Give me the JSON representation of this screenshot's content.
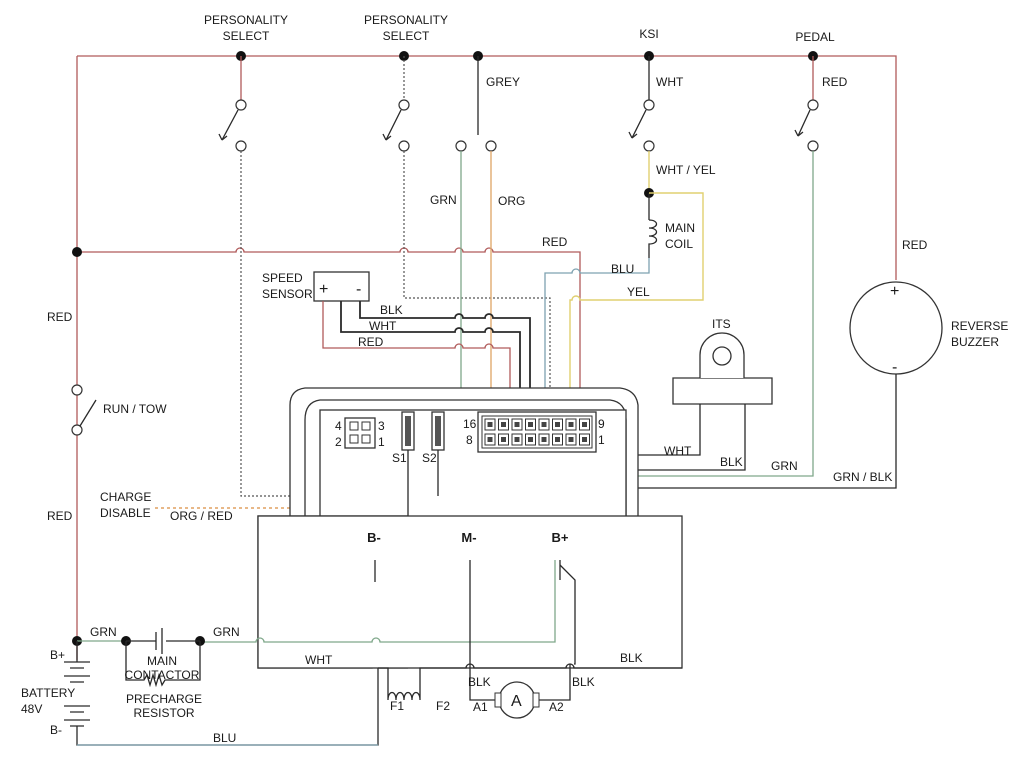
{
  "labels": {
    "personality_select_1": [
      "PERSONALITY",
      "SELECT"
    ],
    "personality_select_2": [
      "PERSONALITY",
      "SELECT"
    ],
    "ksi": "KSI",
    "pedal": "PEDAL",
    "grey": "GREY",
    "wht_ksi": "WHT",
    "red_pedal": "RED",
    "wht_yel": "WHT / YEL",
    "main_coil": [
      "MAIN",
      "COIL"
    ],
    "grn_mid": "GRN",
    "org_mid": "ORG",
    "red_mid": "RED",
    "blu_coil": "BLU",
    "yel_coil": "YEL",
    "speed_sensor": [
      "SPEED",
      "SENSOR"
    ],
    "sensor_plus": "+",
    "sensor_minus": "-",
    "blk_sensor": "BLK",
    "wht_sensor": "WHT",
    "red_sensor": "RED",
    "red_left_top": "RED",
    "run_tow": "RUN / TOW",
    "red_left_bottom": "RED",
    "charge_disable": [
      "CHARGE",
      "DISABLE"
    ],
    "org_red": "ORG / RED",
    "its": "ITS",
    "wht_its": "WHT",
    "blk_its": "BLK",
    "grn_its": "GRN",
    "grn_blk": "GRN / BLK",
    "red_right": "RED",
    "buzzer_plus": "+",
    "buzzer_minus": "-",
    "reverse_buzzer": [
      "REVERSE",
      "BUZZER"
    ],
    "conn_pins_4": "4",
    "conn_pins_3": "3",
    "conn_pins_2": "2",
    "conn_pins_1": "1",
    "s1": "S1",
    "s2": "S2",
    "pin16": "16",
    "pin8": "8",
    "pin9": "9",
    "pin1": "1",
    "terminal_b_minus": "B-",
    "terminal_m_minus": "M-",
    "terminal_b_plus": "B+",
    "b_plus": "B+",
    "battery": [
      "BATTERY",
      "48V"
    ],
    "b_minus": "B-",
    "grn_bat": "GRN",
    "grn_contactor": "GRN",
    "main_contactor": [
      "MAIN",
      "CONTACTOR"
    ],
    "precharge_resistor": [
      "PRECHARGE",
      "RESISTOR"
    ],
    "wht_bottom": "WHT",
    "blk_bottom_left": "BLK",
    "blk_bottom_right": "BLK",
    "blk_right_bottom": "BLK",
    "blu_bottom": "BLU",
    "f1": "F1",
    "f2": "F2",
    "a1": "A1",
    "a2": "A2",
    "motor": "A"
  },
  "colors": {
    "red_wire": "#b05a5a",
    "black_wire": "#2a2a2a",
    "green_wire": "#7fa88a",
    "blue_wire": "#7ea2b0",
    "yellow_wire": "#e0d070",
    "orange_wire": "#e0aa70"
  }
}
